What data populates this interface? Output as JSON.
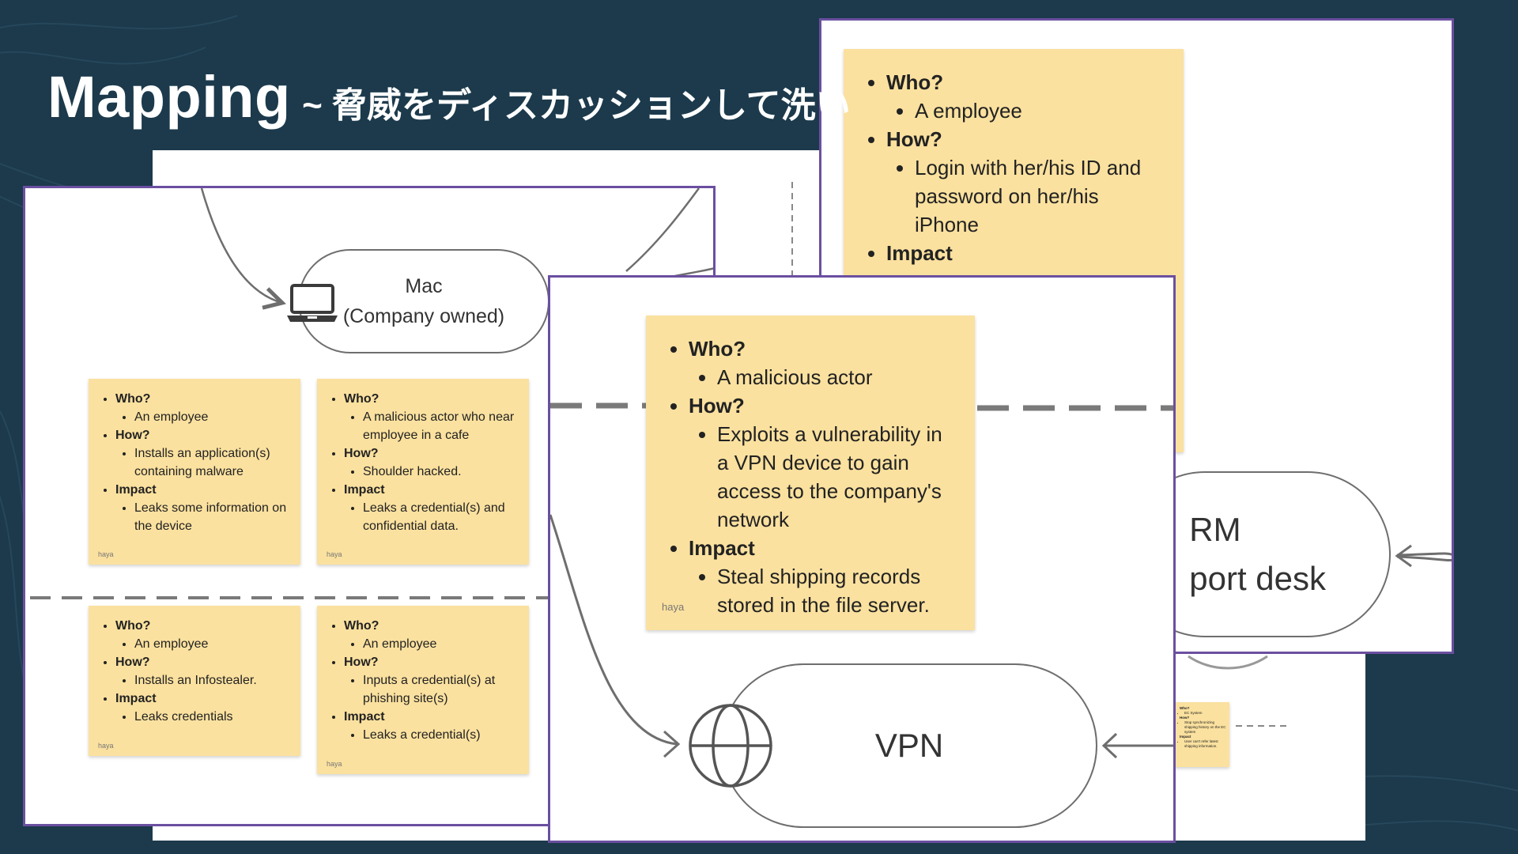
{
  "title": {
    "main": "Mapping",
    "sub": "~ 脅威をディスカッションして洗い"
  },
  "nodes": {
    "mac_line1": "Mac",
    "mac_line2": "(Company owned)",
    "vpn": "VPN",
    "crm_line1": "RM",
    "crm_line2": "port desk"
  },
  "notes": {
    "mac_employee_malware": {
      "who_label": "Who?",
      "who": "An employee",
      "how_label": "How?",
      "how": "Installs an application(s) containing malware",
      "impact_label": "Impact",
      "impact": "Leaks some information on the device",
      "author": "haya"
    },
    "mac_cafe_actor": {
      "who_label": "Who?",
      "who": "A malicious actor who near employee in a cafe",
      "how_label": "How?",
      "how": "Shoulder hacked.",
      "impact_label": "Impact",
      "impact": "Leaks a credential(s) and confidential data.",
      "author": "haya"
    },
    "infostealer": {
      "who_label": "Who?",
      "who": "An employee",
      "how_label": "How?",
      "how": "Installs an Infostealer.",
      "impact_label": "Impact",
      "impact": "Leaks credentials",
      "author": "haya"
    },
    "phishing": {
      "who_label": "Who?",
      "who": "An employee",
      "how_label": "How?",
      "how": "Inputs a credential(s) at phishing site(s)",
      "impact_label": "Impact",
      "impact": "Leaks a credential(s)",
      "author": "haya"
    },
    "iphone_login": {
      "who_label": "Who?",
      "who": "A employee",
      "how_label": "How?",
      "how": "Login with her/his ID and password on her/his iPhone",
      "impact_label": "Impact"
    },
    "vpn_exploit": {
      "who_label": "Who?",
      "who": "A malicious actor",
      "how_label": "How?",
      "how": "Exploits a vulnerability in a VPN device to gain access to the company's network",
      "impact_label": "Impact",
      "impact": "Steal shipping records stored in the file server.",
      "author": "haya"
    },
    "ec_system": {
      "who_label": "Who?",
      "who": "EC System",
      "how_label": "How?",
      "how": "Stop synchronizing shipping history on the EC system",
      "impact_label": "Impact",
      "impact": "User can't refer latest shipping information."
    }
  },
  "colors": {
    "background": "#1c3a4c",
    "panel_border": "#6b4fa0",
    "sticky_note": "#fbe19f",
    "line": "#6e6e6e"
  },
  "icons": [
    "laptop-icon",
    "globe-icon"
  ]
}
